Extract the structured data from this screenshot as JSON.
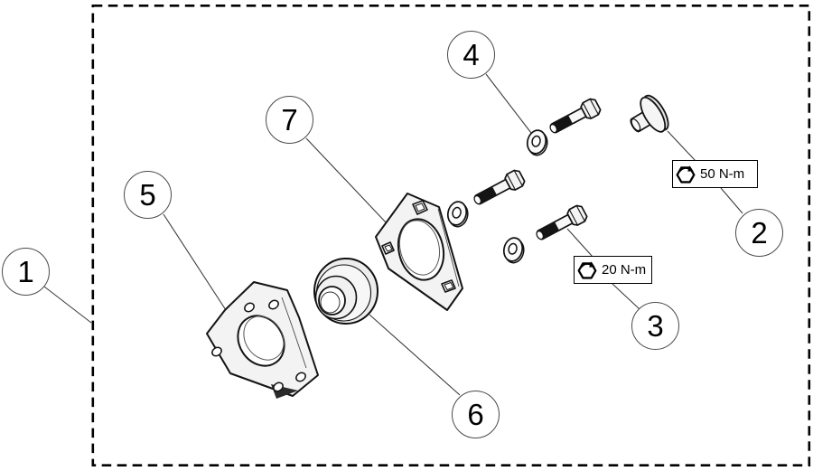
{
  "diagram": {
    "type": "exploded-parts-diagram",
    "callouts": [
      {
        "number": "1"
      },
      {
        "number": "2"
      },
      {
        "number": "3"
      },
      {
        "number": "4"
      },
      {
        "number": "5"
      },
      {
        "number": "6"
      },
      {
        "number": "7"
      }
    ],
    "torque_labels": [
      {
        "icon": "torque-hex-icon",
        "text": "50 N-m"
      },
      {
        "icon": "torque-hex-icon",
        "text": "20 N-m"
      }
    ],
    "colors": {
      "ink": "#1a1a1a",
      "background": "#ffffff",
      "part_fill": "#f3f3f3"
    }
  }
}
